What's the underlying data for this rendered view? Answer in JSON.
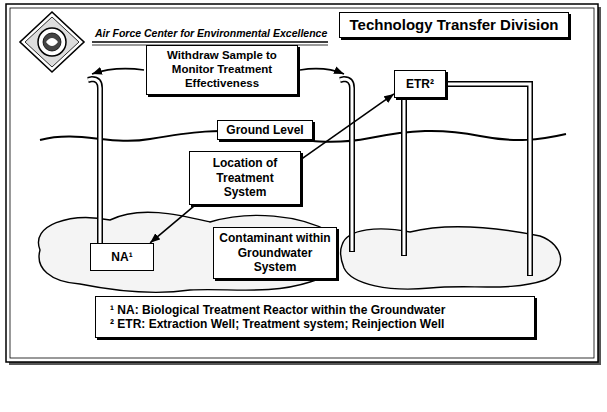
{
  "diagram": {
    "nodes": [
      {
        "text": [
          "Technology Transfer Division"
        ]
      },
      {
        "text": [
          "Withdraw Sample to Monitor Treatment Effectiveness"
        ]
      },
      {
        "text": [
          "ETR²"
        ]
      },
      {
        "text": [
          "Ground Level"
        ]
      },
      {
        "text": [
          "Location of Treatment System"
        ]
      },
      {
        "text": [
          "NA¹"
        ]
      },
      {
        "text": [
          "Contaminant within Groundwater System"
        ]
      },
      {
        "text": [
          "¹ NA: Biological Treatment Reactor within the Groundwater",
          "² ETR: Extraction Well; Treatment system; Reinjection Well"
        ]
      }
    ],
    "edges": [
      {
        "from": 4,
        "to": 2,
        "arrow": "to"
      },
      {
        "from": 4,
        "to": 5,
        "arrow": "to"
      }
    ],
    "labels": [
      "Air Force Center for Environmental Excellence"
    ]
  }
}
